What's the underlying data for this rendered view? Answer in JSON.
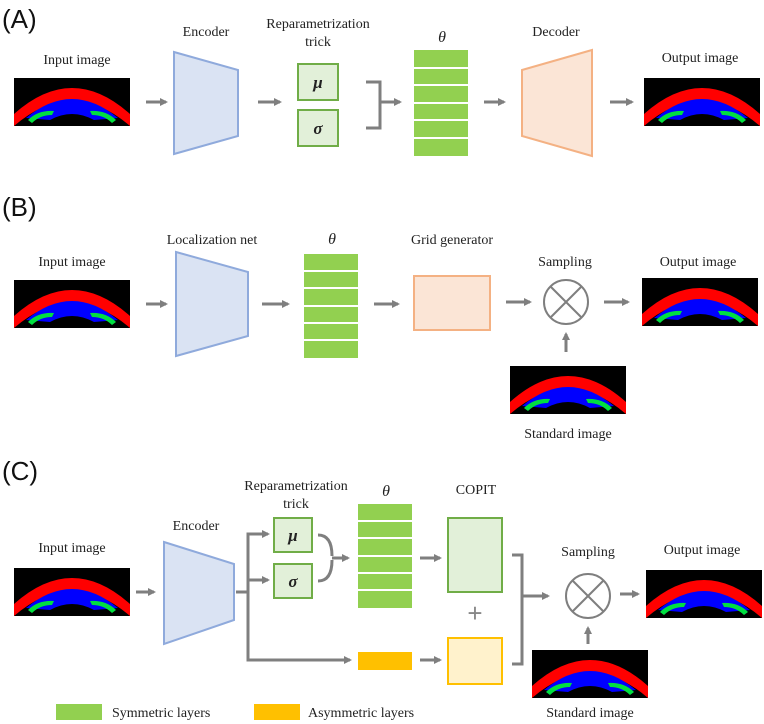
{
  "colors": {
    "encoder_fill": "#dae3f3",
    "encoder_stroke": "#8faadc",
    "decoder_fill": "#fbe5d6",
    "decoder_stroke": "#f4b183",
    "green_fill": "#92d050",
    "green_light": "#e2f0d9",
    "green_stroke": "#70ad47",
    "yellow_fill": "#ffc000",
    "yellow_light": "#fff2cc",
    "arrow": "#7f7f7f",
    "seg_red": "#ff0000",
    "seg_blue": "#0000ff",
    "seg_green": "#00e040",
    "seg_bg": "#000000"
  },
  "panel_a": {
    "label": "(A)",
    "input_label": "Input image",
    "encoder_label": "Encoder",
    "reparam_label_line1": "Reparametrization",
    "reparam_label_line2": "trick",
    "mu": "μ",
    "sigma": "σ",
    "theta": "θ",
    "decoder_label": "Decoder",
    "output_label": "Output image"
  },
  "panel_b": {
    "label": "(B)",
    "input_label": "Input image",
    "localization_label": "Localization net",
    "theta": "θ",
    "grid_label": "Grid generator",
    "sampling_label": "Sampling",
    "output_label": "Output image",
    "standard_label": "Standard image"
  },
  "panel_c": {
    "label": "(C)",
    "input_label": "Input image",
    "encoder_label": "Encoder",
    "reparam_label_line1": "Reparametrization",
    "reparam_label_line2": "trick",
    "mu": "μ",
    "sigma": "σ",
    "theta": "θ",
    "copit_label": "COPIT",
    "plus": "+",
    "sampling_label": "Sampling",
    "output_label": "Output image",
    "standard_label": "Standard image"
  },
  "legend": {
    "symmetric_label": "Symmetric layers",
    "asymmetric_label": "Asymmetric layers"
  }
}
